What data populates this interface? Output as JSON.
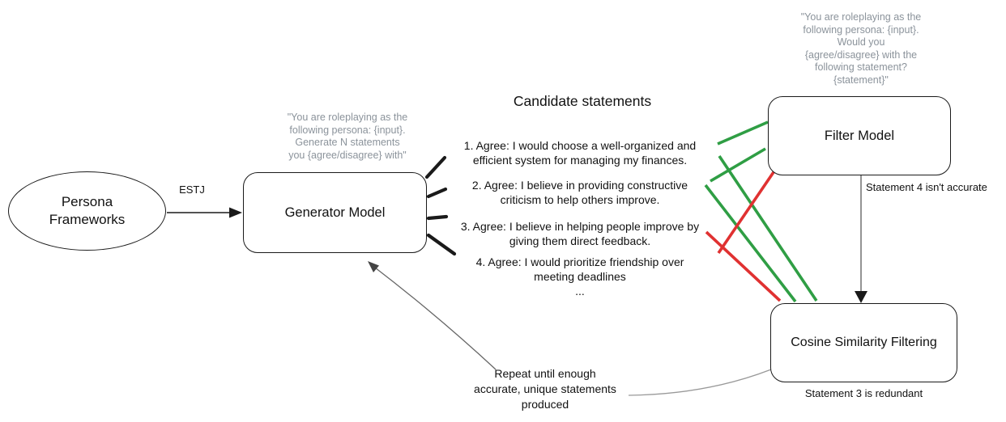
{
  "colors": {
    "accept_green": "#2f9e44",
    "reject_red": "#e03131",
    "prompt_gray": "#8b939b",
    "black": "#1a1a1a",
    "connector_gray": "#666666",
    "light_connector_gray": "#999999"
  },
  "nodes": {
    "persona_frameworks": {
      "label_lines": [
        "Persona",
        "Frameworks"
      ]
    },
    "generator_model": {
      "label": "Generator Model"
    },
    "filter_model": {
      "label": "Filter Model"
    },
    "cosine_filtering": {
      "label": "Cosine Similarity Filtering"
    }
  },
  "prompts": {
    "generator": {
      "lines": [
        "\"You are roleplaying as the",
        "following persona: {input}.",
        "Generate N statements",
        "you {agree/disagree} with\""
      ]
    },
    "filter": {
      "lines": [
        "\"You are roleplaying as the",
        "following persona: {input}.",
        "Would you",
        "{agree/disagree} with the",
        "following statement?",
        "{statement}\""
      ]
    }
  },
  "statements": {
    "title": "Candidate statements",
    "items": [
      {
        "lines": [
          "1. Agree: I would choose a well-organized and",
          "efficient system for managing my finances."
        ]
      },
      {
        "lines": [
          "2. Agree: I believe in providing constructive",
          "criticism to help others improve."
        ]
      },
      {
        "lines": [
          "3. Agree: I believe in helping people improve by",
          "giving them direct feedback."
        ]
      },
      {
        "lines": [
          "4. Agree: I would prioritize friendship over",
          "meeting deadlines"
        ]
      }
    ],
    "ellipsis": "..."
  },
  "edges": {
    "estj_label": "ESTJ",
    "filter_verdict": "Statement 4 isn't accurate",
    "cosine_verdict": "Statement 3 is redundant",
    "repeat_note_lines": [
      "Repeat until enough",
      "accurate, unique statements",
      "produced"
    ]
  }
}
